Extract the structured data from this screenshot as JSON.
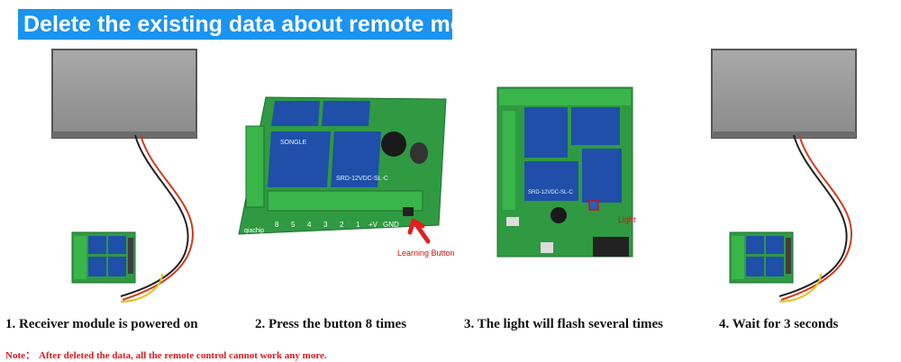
{
  "banner": {
    "title": "Delete the existing data about remote mode"
  },
  "steps": [
    {
      "caption": "1. Receiver module is powered on"
    },
    {
      "caption": "2. Press the button 8 times"
    },
    {
      "caption": "3. The light will flash several times"
    },
    {
      "caption": "4. Wait for 3 seconds"
    }
  ],
  "annotations": {
    "learning_button": "Learning Button",
    "light": "Light"
  },
  "board_labels": {
    "terminals": [
      "8",
      "5",
      "4",
      "3",
      "2",
      "1",
      "+V",
      "GND"
    ],
    "relay_model": "SRD-12VDC-SL-C",
    "relay_brand": "SONGLE",
    "vendor": "qiachip"
  },
  "note": {
    "label": "Note：",
    "text": "After deleted the data, all the remote control cannot work any more."
  },
  "colors": {
    "banner_bg": "#1b93f0",
    "pcb_green": "#2f9a42",
    "relay_blue": "#1f4fa8",
    "terminal_green": "#39b54a",
    "note_red": "#e0191e",
    "arrow_red": "#e02020"
  }
}
